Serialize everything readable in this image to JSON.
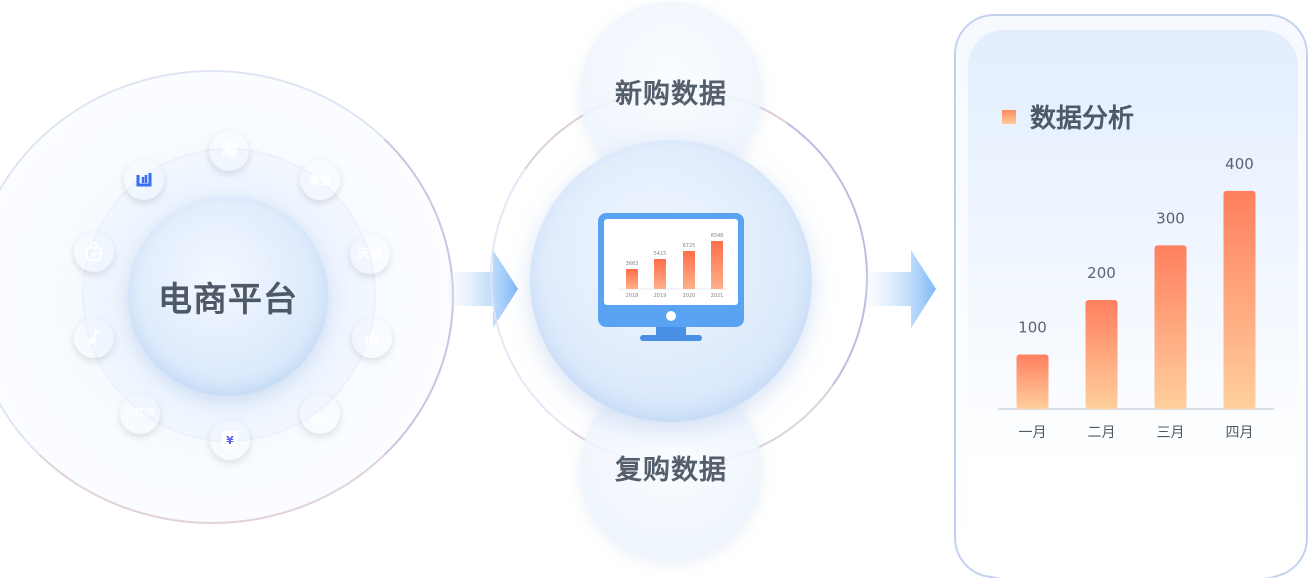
{
  "platform": {
    "title": "电商平台",
    "apps": [
      {
        "name": "taobao-icon",
        "label": "淘",
        "color": "#ff6a2f"
      },
      {
        "name": "weimeng-icon",
        "label": "微盟",
        "color": "#2f8cf0"
      },
      {
        "name": "tmall-icon",
        "label": "天猫",
        "color": "#e6283d"
      },
      {
        "name": "thumbs-up-icon",
        "label": "",
        "color": "#e8384a"
      },
      {
        "name": "jd-icon",
        "label": "京东",
        "color": "#e8382a"
      },
      {
        "name": "clipboard-yen-icon",
        "label": "¥",
        "color": "#5b63e6"
      },
      {
        "name": "xiaohongshu-icon",
        "label": "小红书",
        "color": "#ee3b5a"
      },
      {
        "name": "music-note-icon",
        "label": "",
        "color": "#3a7bf0"
      },
      {
        "name": "shopping-bag-icon",
        "label": "",
        "color": "#f25a3a"
      },
      {
        "name": "weidian-icon",
        "label": "",
        "color": "#dde8fb"
      }
    ]
  },
  "data_sources": {
    "new_purchase": "新购数据",
    "repurchase": "复购数据"
  },
  "monitor_chart": {
    "values": [
      "3663",
      "5415",
      "6725",
      "8348"
    ],
    "years": [
      "2018",
      "2019",
      "2020",
      "2021"
    ]
  },
  "analysis": {
    "title": "数据分析"
  },
  "chart_data": {
    "type": "bar",
    "title": "数据分析",
    "categories": [
      "一月",
      "二月",
      "三月",
      "四月"
    ],
    "values": [
      100,
      200,
      300,
      400
    ],
    "ylim": [
      0,
      420
    ],
    "grid": false,
    "colors": {
      "top": "#ff7f5e",
      "bottom": "#ffcf9e",
      "axis": "#d9dde5"
    }
  }
}
